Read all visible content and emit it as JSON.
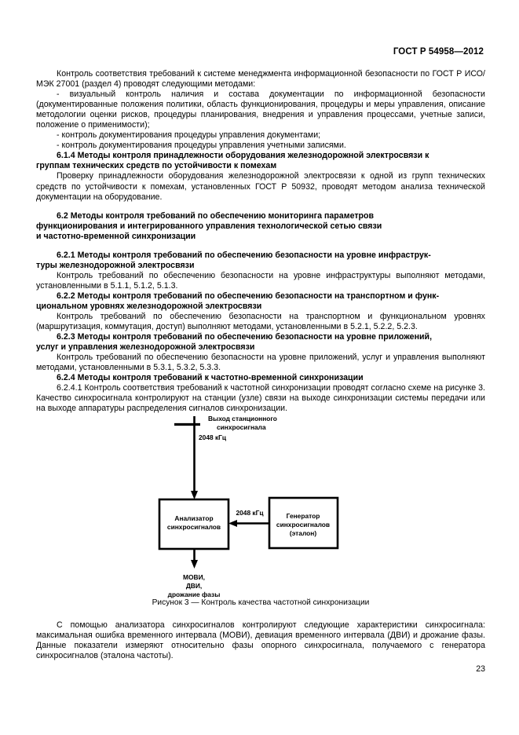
{
  "header": {
    "standard": "ГОСТ Р 54958—2012"
  },
  "body": {
    "p1": "Контроль соответствия требований к системе менеджмента информационной безопасности по ГОСТ Р ИСО/МЭК 27001 (раздел 4) проводят следующими методами:",
    "p2": "- визуальный контроль наличия и состава документации по информационной безопасности (документированные положения политики, область функционирования, процедуры и меры управления, описание методологии оценки рисков, процедуры планирования, внедрения и управления процессами, учетные записи, положение о применимости);",
    "p3": "- контроль документирования процедуры управления документами;",
    "p4": "- контроль документирования процедуры управления учетными записями.",
    "h614": "6.1.4  Методы контроля принадлежности оборудования железнодорожной электросвязи к",
    "h614b": "группам технических средств по устойчивости к помехам",
    "p5": "Проверку принадлежности оборудования железнодорожной электросвязи к одной из групп технических средств по устойчивости к помехам, установленных ГОСТ Р 50932, проводят методом анализа технической документации на оборудование.",
    "h62a": "6.2  Методы контроля требований по обеспечению мониторинга параметров",
    "h62b": "функционирования и интегрированного управления технологической сетью связи",
    "h62c": "и частотно-временной синхронизации",
    "h621a": "6.2.1  Методы контроля требований по обеспечению безопасности на уровне инфраструк-",
    "h621b": "туры железнодорожной электросвязи",
    "p6": "Контроль требований по обеспечению безопасности на уровне инфраструктуры выполняют методами, установленными в 5.1.1, 5.1.2, 5.1.3.",
    "h622a": "6.2.2  Методы контроля требований по обеспечению безопасности на транспортном и функ-",
    "h622b": "циональном уровнях железнодорожной электросвязи",
    "p7": "Контроль требований по обеспечению безопасности на транспортном и функциональном уровнях (маршрутизация, коммутация, доступ) выполняют методами, установленными в 5.2.1, 5.2.2, 5.2.3.",
    "h623a": "6.2.3  Методы контроля требований по обеспечению безопасности на уровне приложений,",
    "h623b": "услуг и управления железнодорожной электросвязи",
    "p8": "Контроль требований по обеспечению безопасности на уровне приложений, услуг и управления выполняют методами, установленными в 5.3.1, 5.3.2, 5.3.3.",
    "h624": "6.2.4  Методы контроля требований к частотно-временной синхронизации",
    "p9": "6.2.4.1 Контроль соответствия требований к частотной синхронизации проводят согласно схеме на рисунке 3. Качество синхросигнала контролируют на станции (узле) связи на выходе синхронизации системы передачи или на выходе аппаратуры распределения сигналов синхронизации.",
    "p10": "С помощью анализатора синхросигналов контролируют следующие характеристики синхросигнала: максимальная ошибка временного интервала (МОВИ), девиация временного интервала (ДВИ) и дрожание фазы. Данные показатели измеряют относительно фазы опорного синхросигнала, получаемого с генератора синхросигналов (эталона частоты)."
  },
  "figure": {
    "caption": "Рисунок 3 — Контроль качества частотной синхронизации",
    "source_label_line1": "Выход станционного",
    "source_label_line2": "синхросигнала",
    "input_freq": "2048 кГц",
    "analyzer_line1": "Анализатор",
    "analyzer_line2": "синхросигналов",
    "reference_freq": "2048 кГц",
    "generator_line1": "Генератор",
    "generator_line2": "синхросигналов",
    "generator_line3": "(эталон)",
    "output_line1": "МОВИ,",
    "output_line2": "ДВИ,",
    "output_line3": "дрожание фазы"
  },
  "footer": {
    "page_number": "23"
  }
}
